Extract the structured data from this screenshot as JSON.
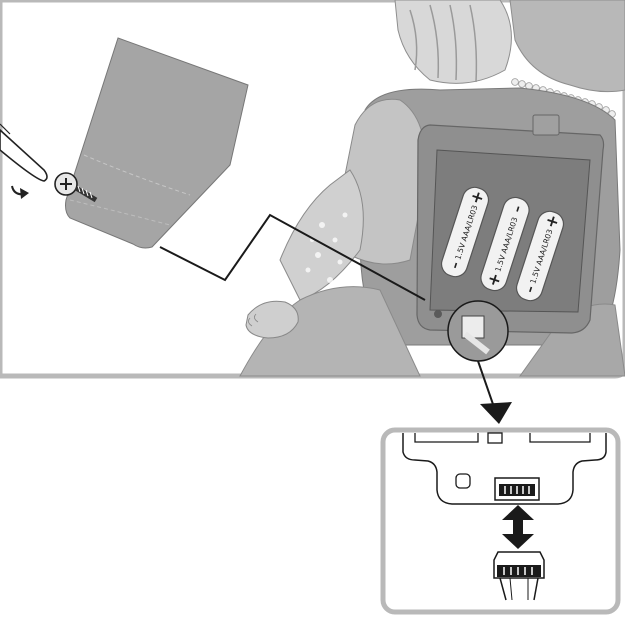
{
  "batteries": [
    {
      "id": "battery-1",
      "label": "1.5V AAA/LR03",
      "plus": "+",
      "minus": "–"
    },
    {
      "id": "battery-2",
      "label": "1.5V AAA/LR03",
      "plus": "+",
      "minus": "–"
    },
    {
      "id": "battery-3",
      "label": "1.5V AAA/LR03",
      "plus": "+",
      "minus": "–"
    }
  ],
  "icons": {
    "screwdriver": "screwdriver-icon",
    "rotate_arrow": "rotate-arrow-icon",
    "screw": "screw-icon",
    "connector_arrow": "double-headed-arrow-icon"
  },
  "colors": {
    "panel_gray": "#a5a5a5",
    "panel_border": "#b9b9b9",
    "line": "#1a1a1a",
    "battery": "#f2f2f2"
  }
}
